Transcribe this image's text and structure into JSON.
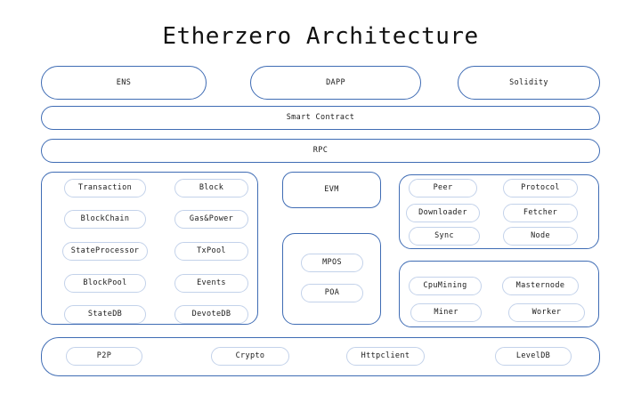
{
  "title": "Etherzero Architecture",
  "colors": {
    "outer_border": "#3f6cb4",
    "inner_border": "#c3d2ea",
    "background": "#ffffff",
    "text": "#1a1a1a"
  },
  "top_row": {
    "items": [
      {
        "label": "ENS"
      },
      {
        "label": "DAPP"
      },
      {
        "label": "Solidity"
      }
    ]
  },
  "bars": [
    {
      "label": "Smart Contract"
    },
    {
      "label": "RPC"
    }
  ],
  "core_panel": {
    "items": [
      {
        "label": "Transaction"
      },
      {
        "label": "Block"
      },
      {
        "label": "BlockChain"
      },
      {
        "label": "Gas&Power"
      },
      {
        "label": "StateProcessor"
      },
      {
        "label": "TxPool"
      },
      {
        "label": "BlockPool"
      },
      {
        "label": "Events"
      },
      {
        "label": "StateDB"
      },
      {
        "label": "DevoteDB"
      }
    ]
  },
  "vm_box": {
    "label": "EVM"
  },
  "consensus_panel": {
    "items": [
      {
        "label": "MPOS"
      },
      {
        "label": "POA"
      }
    ]
  },
  "network_panel": {
    "items": [
      {
        "label": "Peer"
      },
      {
        "label": "Protocol"
      },
      {
        "label": "Downloader"
      },
      {
        "label": "Fetcher"
      },
      {
        "label": "Sync"
      },
      {
        "label": "Node"
      }
    ]
  },
  "mining_panel": {
    "items": [
      {
        "label": "CpuMining"
      },
      {
        "label": "Masternode"
      },
      {
        "label": "Miner"
      },
      {
        "label": "Worker"
      }
    ]
  },
  "bottom_panel": {
    "items": [
      {
        "label": "P2P"
      },
      {
        "label": "Crypto"
      },
      {
        "label": "Httpclient"
      },
      {
        "label": "LevelDB"
      }
    ]
  }
}
